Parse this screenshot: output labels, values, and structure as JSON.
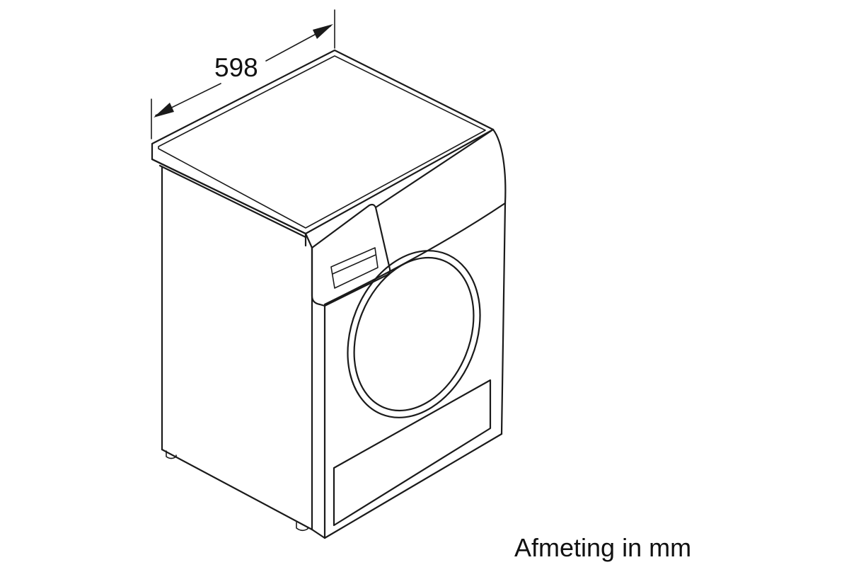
{
  "diagram": {
    "subject": "dryer",
    "dimensions": [
      {
        "label": "598",
        "measure": "width"
      }
    ],
    "unit_caption": "Afmeting in mm",
    "line_color": "#1a1a1a",
    "background": "#ffffff"
  }
}
